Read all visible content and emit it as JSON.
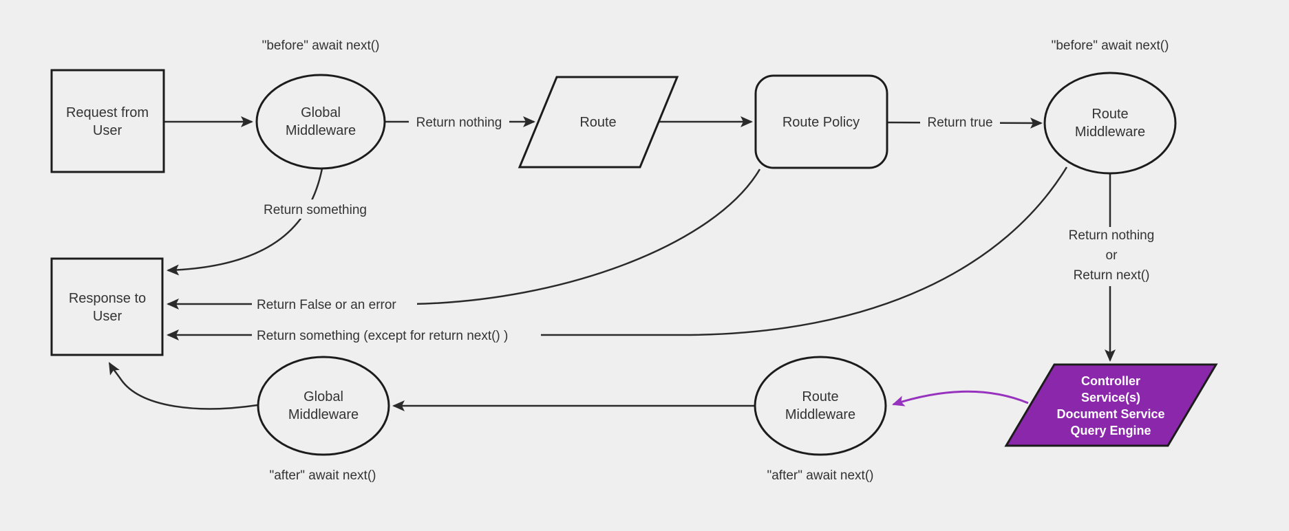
{
  "diagram": {
    "background": "#efefef",
    "node_border_color": "#1c1c1c",
    "edge_color": "#2a2a2a",
    "text_color": "#333333",
    "purple_fill": "#8b27aa",
    "purple_edge_color": "#9632bd",
    "purple_text_color": "#ffffff"
  },
  "nodes": {
    "request_user": {
      "shape": "rectangle",
      "lines": [
        "Request from",
        "User"
      ]
    },
    "global_middleware_top": {
      "shape": "ellipse",
      "lines": [
        "Global",
        "Middleware"
      ]
    },
    "route": {
      "shape": "parallelogram",
      "label": "Route"
    },
    "route_policy": {
      "shape": "rounded-rect",
      "label": "Route Policy"
    },
    "route_middleware_top": {
      "shape": "ellipse",
      "lines": [
        "Route",
        "Middleware"
      ]
    },
    "response_user": {
      "shape": "rectangle",
      "lines": [
        "Response to",
        "User"
      ]
    },
    "global_middleware_bottom": {
      "shape": "ellipse",
      "lines": [
        "Global",
        "Middleware"
      ]
    },
    "route_middleware_bottom": {
      "shape": "ellipse",
      "lines": [
        "Route",
        "Middleware"
      ]
    },
    "controller": {
      "shape": "parallelogram",
      "lines": [
        "Controller",
        "Service(s)",
        "Document Service",
        "Query Engine"
      ]
    }
  },
  "labels": {
    "before_await_left": "\"before\" await next()",
    "before_await_right": "\"before\" await next()",
    "return_nothing": "Return nothing",
    "return_true": "Return true",
    "return_something": "Return something",
    "return_false_error": "Return False or an error",
    "return_something_except": "Return something (except for return next() )",
    "return_nothing_or": {
      "line1": "Return nothing",
      "line2": "or",
      "line3": "Return next()"
    },
    "after_await_left": "\"after\" await next()",
    "after_await_right": "\"after\" await next()"
  }
}
